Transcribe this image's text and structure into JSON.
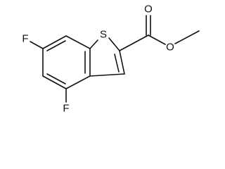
{
  "molecule": {
    "atoms": {
      "sulfur": "S",
      "carbonyl_oxygen": "O",
      "ester_oxygen": "O",
      "fluorine_6": "F",
      "fluorine_4": "F"
    }
  }
}
